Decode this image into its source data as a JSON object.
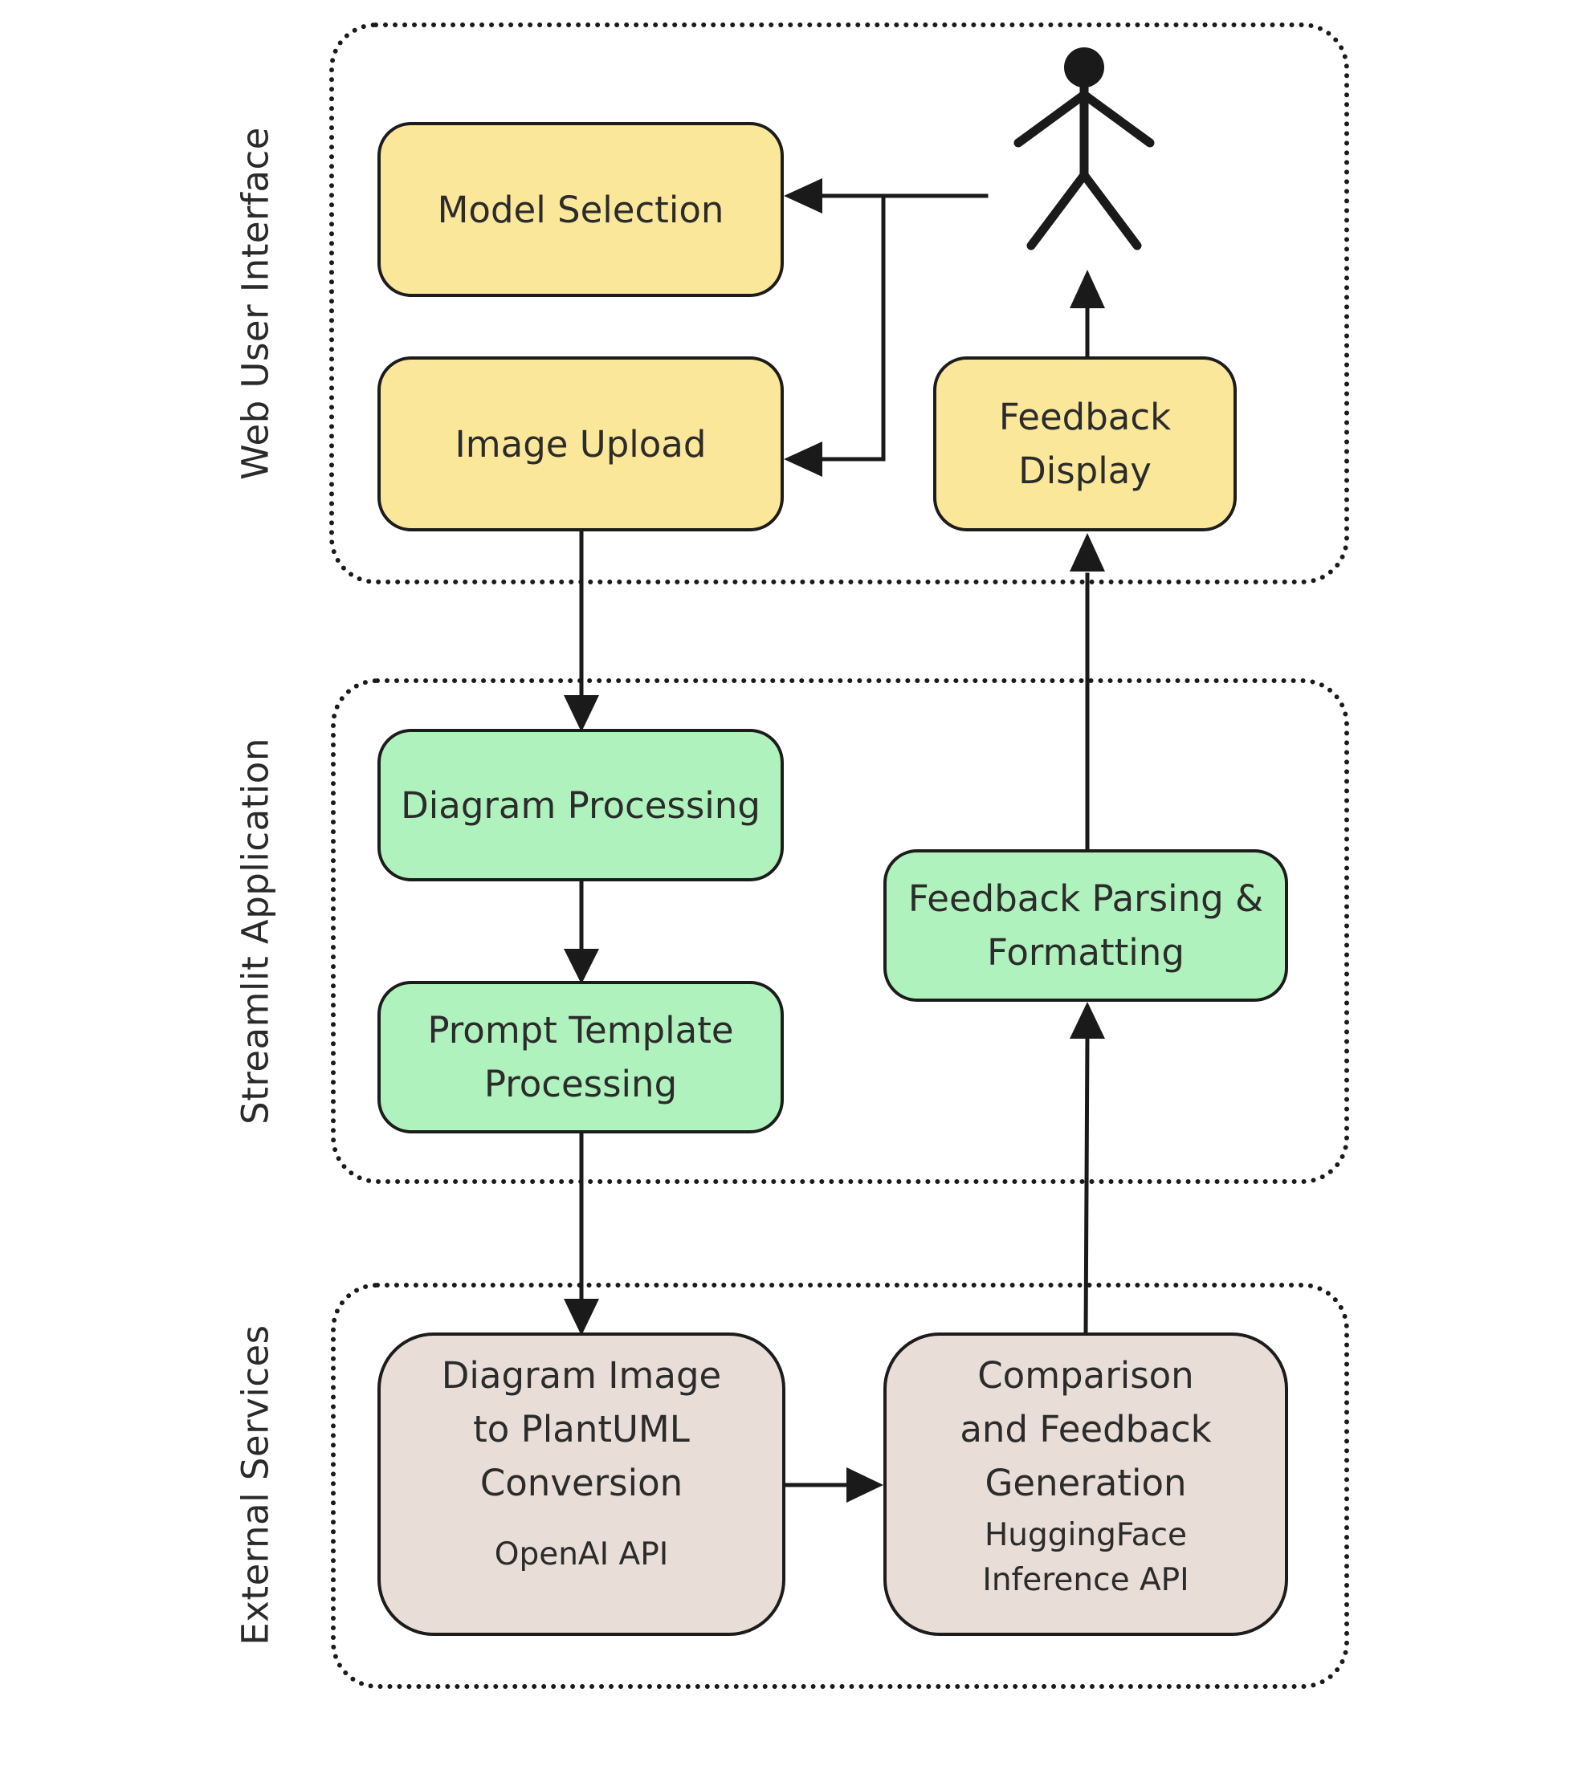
{
  "groups": {
    "web_ui": "Web User Interface",
    "streamlit": "Streamlit Application",
    "external": "External Services"
  },
  "actor": {
    "icon": "user-actor-icon"
  },
  "nodes": {
    "model_selection": "Model Selection",
    "image_upload": "Image Upload",
    "feedback_display": "Feedback\nDisplay",
    "diagram_processing": "Diagram Processing",
    "prompt_template": "Prompt Template\nProcessing",
    "feedback_parsing": "Feedback Parsing &\nFormatting",
    "diagram_conversion": "Diagram Image\nto PlantUML\nConversion",
    "diagram_conversion_service": "OpenAI API",
    "comparison": "Comparison\nand Feedback\nGeneration",
    "comparison_service": "HuggingFace\nInference API"
  },
  "colors": {
    "web_ui_fill": "#fbe79a",
    "streamlit_fill": "#b0f2bd",
    "external_fill": "#e8ddd7",
    "line": "#1a1a1a"
  }
}
